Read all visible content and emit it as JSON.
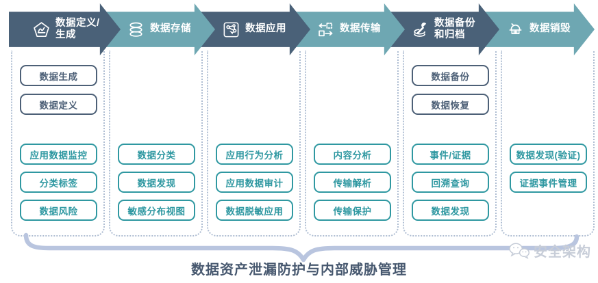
{
  "palette": {
    "stage_dark": "#4a6178",
    "stage_teal": "#6ea7b2",
    "box_dark": "#4d6077",
    "box_teal": "#2f98a1",
    "column_dash": "#aebdd2",
    "brace": "#b9c5df",
    "caption_color": "#47586f",
    "watermark_color": "#c7cdd8"
  },
  "stages": [
    {
      "id": "define-generate",
      "label_lines": [
        "数据定义/",
        "生成"
      ],
      "icon": "pentagon-chart-icon",
      "tone": "dark",
      "top_boxes": [
        "数据生成",
        "数据定义"
      ],
      "boxes": [
        "应用数据监控",
        "分类标签",
        "数据风险"
      ]
    },
    {
      "id": "storage",
      "label_lines": [
        "数据存储"
      ],
      "icon": "database-icon",
      "tone": "teal",
      "top_boxes": [],
      "boxes": [
        "数据分类",
        "数据发现",
        "敏感分布视图"
      ]
    },
    {
      "id": "application",
      "label_lines": [
        "数据应用"
      ],
      "icon": "network-graph-icon",
      "tone": "dark",
      "top_boxes": [],
      "boxes": [
        "应用行为分析",
        "应用数据审计",
        "数据脱敏应用"
      ]
    },
    {
      "id": "transmission",
      "label_lines": [
        "数据传输"
      ],
      "icon": "transfer-icon",
      "tone": "teal",
      "top_boxes": [],
      "boxes": [
        "内容分析",
        "传输解析",
        "传输保护"
      ]
    },
    {
      "id": "backup-archive",
      "label_lines": [
        "数据备份",
        "和归档"
      ],
      "icon": "wrench-archive-icon",
      "tone": "dark",
      "top_boxes": [
        "数据备份",
        "数据恢复"
      ],
      "boxes": [
        "事件/证据",
        "回溯查询",
        "数据发现"
      ]
    },
    {
      "id": "destruction",
      "label_lines": [
        "数据销毁"
      ],
      "icon": "brush-icon",
      "tone": "teal",
      "top_boxes": [],
      "boxes": [
        "数据发现(验证)",
        "证据事件管理"
      ]
    }
  ],
  "caption": "数据资产泄漏防护与内部威胁管理",
  "watermark": {
    "text": "安全架构",
    "icon": "wechat-icon"
  }
}
